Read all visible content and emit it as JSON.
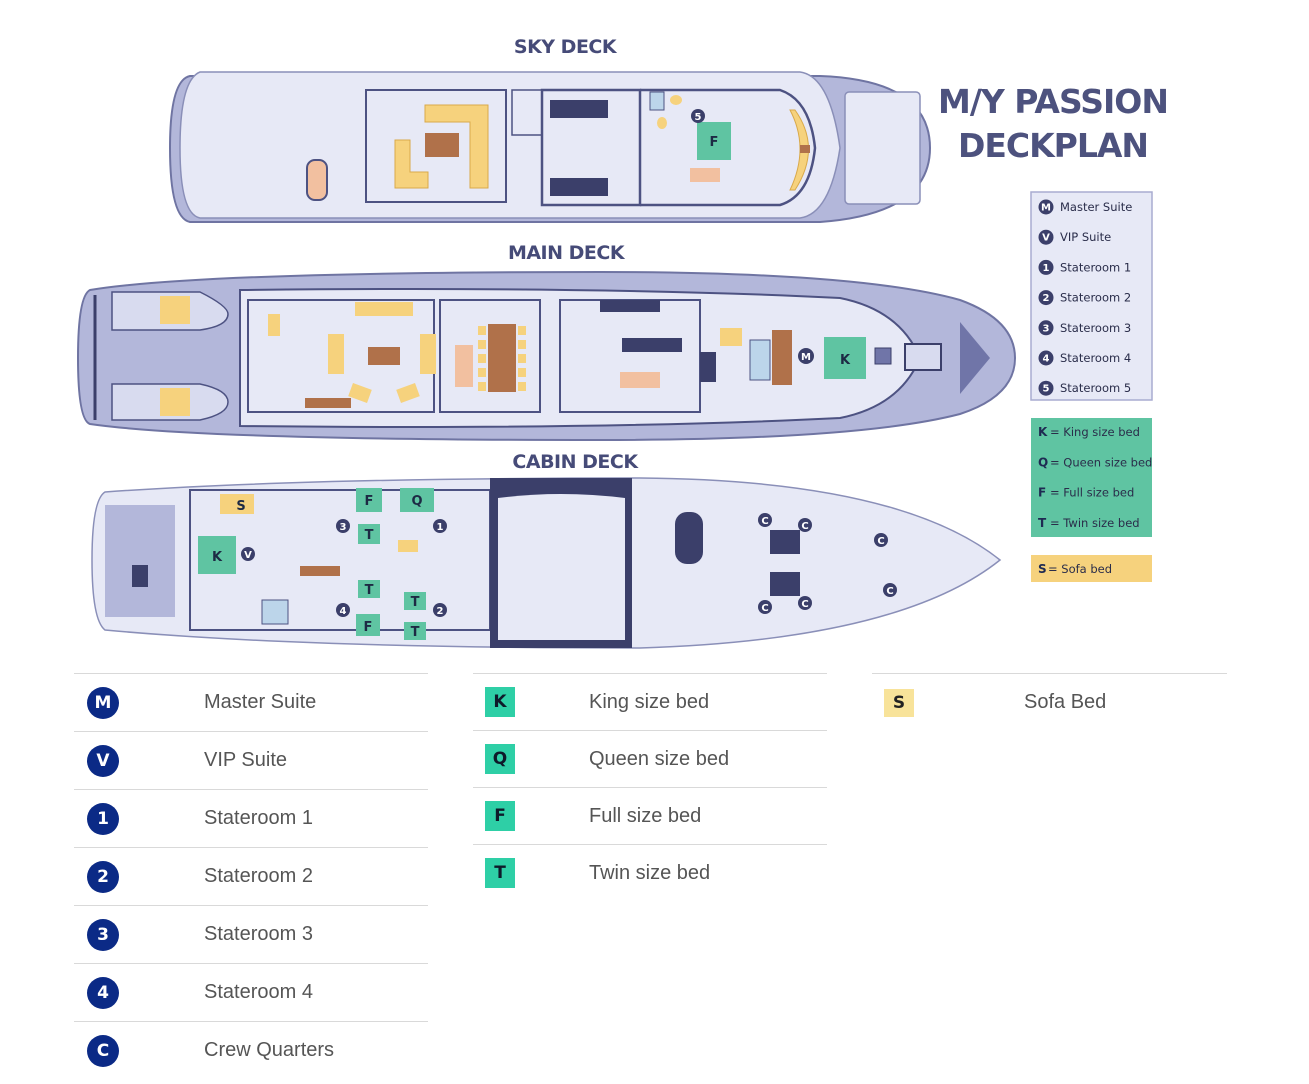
{
  "diagram": {
    "title_line1": "M/Y PASSION",
    "title_line2": "DECKPLAN",
    "decks": {
      "sky": "SKY DECK",
      "main": "MAIN DECK",
      "cabin": "CABIN DECK"
    },
    "room_legend": [
      {
        "key": "M",
        "label": "Master Suite"
      },
      {
        "key": "V",
        "label": "VIP Suite"
      },
      {
        "key": "1",
        "label": "Stateroom 1"
      },
      {
        "key": "2",
        "label": "Stateroom 2"
      },
      {
        "key": "3",
        "label": "Stateroom 3"
      },
      {
        "key": "4",
        "label": "Stateroom 4"
      },
      {
        "key": "5",
        "label": "Stateroom 5"
      }
    ],
    "bed_legend": [
      {
        "key": "K",
        "label": "= King size bed"
      },
      {
        "key": "Q",
        "label": "= Queen size bed"
      },
      {
        "key": "F",
        "label": "= Full size bed"
      },
      {
        "key": "T",
        "label": "= Twin size bed"
      }
    ],
    "sofa_legend": {
      "key": "S",
      "label": "= Sofa bed"
    },
    "colors": {
      "hull": "#b3b7da",
      "deck_fill": "#e7e9f6",
      "outline": "#4d5282",
      "bed": "#5fc4a2",
      "sofa": "#f6d27d",
      "wood": "#b0714a",
      "marker": "#3b3f6a"
    },
    "markers": {
      "sky": [
        "5",
        "F"
      ],
      "main": [
        "M",
        "K"
      ],
      "cabin": [
        "S",
        "F",
        "Q",
        "3",
        "T",
        "1",
        "K",
        "V",
        "T",
        "T",
        "4",
        "2",
        "F",
        "T",
        "C",
        "C",
        "C",
        "C",
        "C",
        "C"
      ]
    }
  },
  "legend": {
    "rooms": [
      {
        "key": "M",
        "label": "Master Suite"
      },
      {
        "key": "V",
        "label": "VIP Suite"
      },
      {
        "key": "1",
        "label": "Stateroom 1"
      },
      {
        "key": "2",
        "label": "Stateroom 2"
      },
      {
        "key": "3",
        "label": "Stateroom 3"
      },
      {
        "key": "4",
        "label": "Stateroom 4"
      },
      {
        "key": "C",
        "label": "Crew Quarters"
      }
    ],
    "beds": [
      {
        "key": "K",
        "label": "King size bed"
      },
      {
        "key": "Q",
        "label": "Queen size bed"
      },
      {
        "key": "F",
        "label": "Full size bed"
      },
      {
        "key": "T",
        "label": "Twin size bed"
      }
    ],
    "sofa": {
      "key": "S",
      "label": "Sofa Bed"
    }
  }
}
